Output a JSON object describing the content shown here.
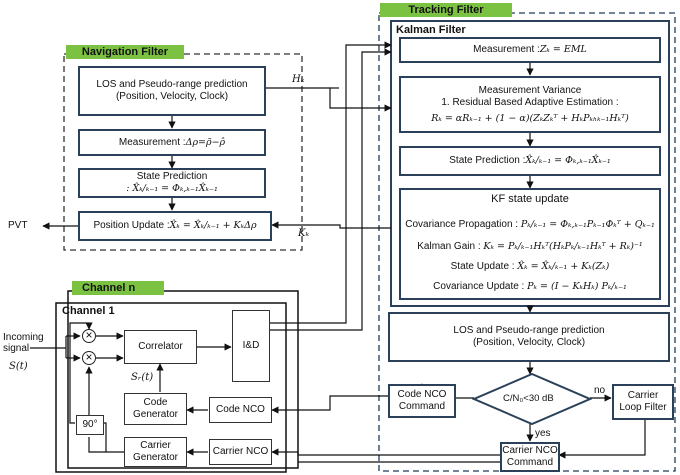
{
  "tracking_filter": {
    "tag": "Tracking Filter",
    "kalman_title": "Kalman Filter"
  },
  "kf": {
    "measurement_label": "Measurement : ",
    "measurement_eq": "Zₖ = EML",
    "variance_title": "Measurement Variance",
    "variance_method": "1. Residual Based Adaptive Estimation :",
    "variance_eq": "Rₖ = αRₖ₋₁ + (1 − α)(ZₖZₖᵀ + HₖPₖₕₖ₋₁Hₖᵀ)",
    "state_pred_label": "State Prediction : ",
    "state_pred_eq": "X̂ₖ∕ₖ₋₁ = Φₖ,ₖ₋₁X̂ₖ₋₁",
    "update_title": "KF state update",
    "cov_prop_label": "Covariance Propagation : ",
    "cov_prop_eq": "Pₖ∕ₖ₋₁ = Φₖ,ₖ₋₁Pₖ₋₁Φₖᵀ + Qₖ₋₁",
    "gain_label": "Kalman Gain : ",
    "gain_eq": "Kₖ = Pₖ∕ₖ₋₁Hₖᵀ(HₖPₖ∕ₖ₋₁Hₖᵀ + Rₖ)⁻¹",
    "state_upd_label": "State Update : ",
    "state_upd_eq": "X̂ₖ = X̂ₖ∕ₖ₋₁ + Kₖ(Zₖ)",
    "cov_upd_label": "Covariance Update : ",
    "cov_upd_eq": "Pₖ = (I − KₖHₖ) Pₖ∕ₖ₋₁"
  },
  "los_track": {
    "line1": "LOS and Pseudo-range prediction",
    "line2": "(Position, Velocity, Clock)"
  },
  "code_nco_cmd": {
    "line1": "Code NCO",
    "line2": "Command"
  },
  "decision": {
    "text": "C/N₀<30 dB",
    "no": "no",
    "yes": "yes"
  },
  "carrier_loop": {
    "line1": "Carrier",
    "line2": "Loop Filter"
  },
  "carrier_nco_cmd": {
    "line1": "Carrier NCO",
    "line2": "Command"
  },
  "navigation": {
    "tag": "Navigation Filter",
    "los_line1": "LOS and Pseudo-range prediction",
    "los_line2": "(Position, Velocity, Clock)",
    "measurement_label": "Measurement : ",
    "measurement_eq": "Δρ=ρ̃−ρ̂",
    "state_pred_title": "State Prediction",
    "state_pred_eq": ": X̂ₖ∕ₖ₋₁ = Φₖ,ₖ₋₁X̂ₖ₋₁",
    "pos_update_label": "Position Update : ",
    "pos_update_eq": "X̂ₖ = X̂ₖ∕ₖ₋₁ + KₖΔρ"
  },
  "signals": {
    "hk": "Hₖ",
    "kk": "Kₖ",
    "pvt": "PVT",
    "sr": "Sᵣ(t)",
    "incoming_line1": "Incoming",
    "incoming_line2": "signal",
    "st": "S(t)"
  },
  "channels": {
    "channel_n": "Channel n",
    "channel_1": "Channel 1"
  },
  "blocks": {
    "correlator": "Correlator",
    "iandd": "I&D",
    "code_gen_line1": "Code",
    "code_gen_line2": "Generator",
    "code_nco": "Code NCO",
    "phase": "90°",
    "carrier_gen_line1": "Carrier",
    "carrier_gen_line2": "Generator",
    "carrier_nco": "Carrier NCO"
  },
  "colors": {
    "green_tag": "#7cc242",
    "box_border": "#2a4159"
  }
}
